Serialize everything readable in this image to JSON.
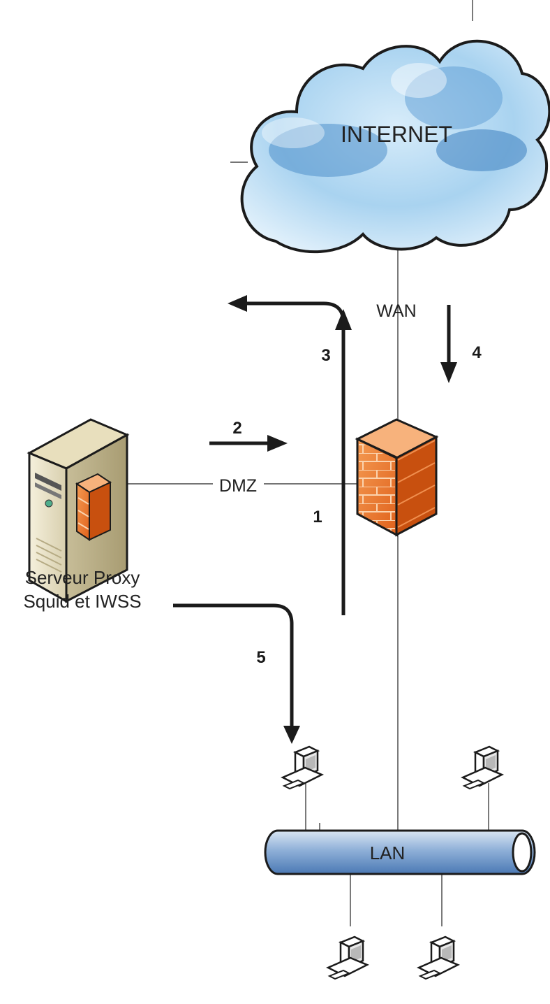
{
  "diagram": {
    "internet": {
      "label": "INTERNET"
    },
    "wan": {
      "label": "WAN"
    },
    "dmz": {
      "label": "DMZ"
    },
    "lan": {
      "label": "LAN"
    },
    "proxy": {
      "line1": "Serveur Proxy",
      "line2": "Squid et IWSS"
    },
    "steps": [
      "1",
      "2",
      "3",
      "4",
      "5"
    ]
  }
}
